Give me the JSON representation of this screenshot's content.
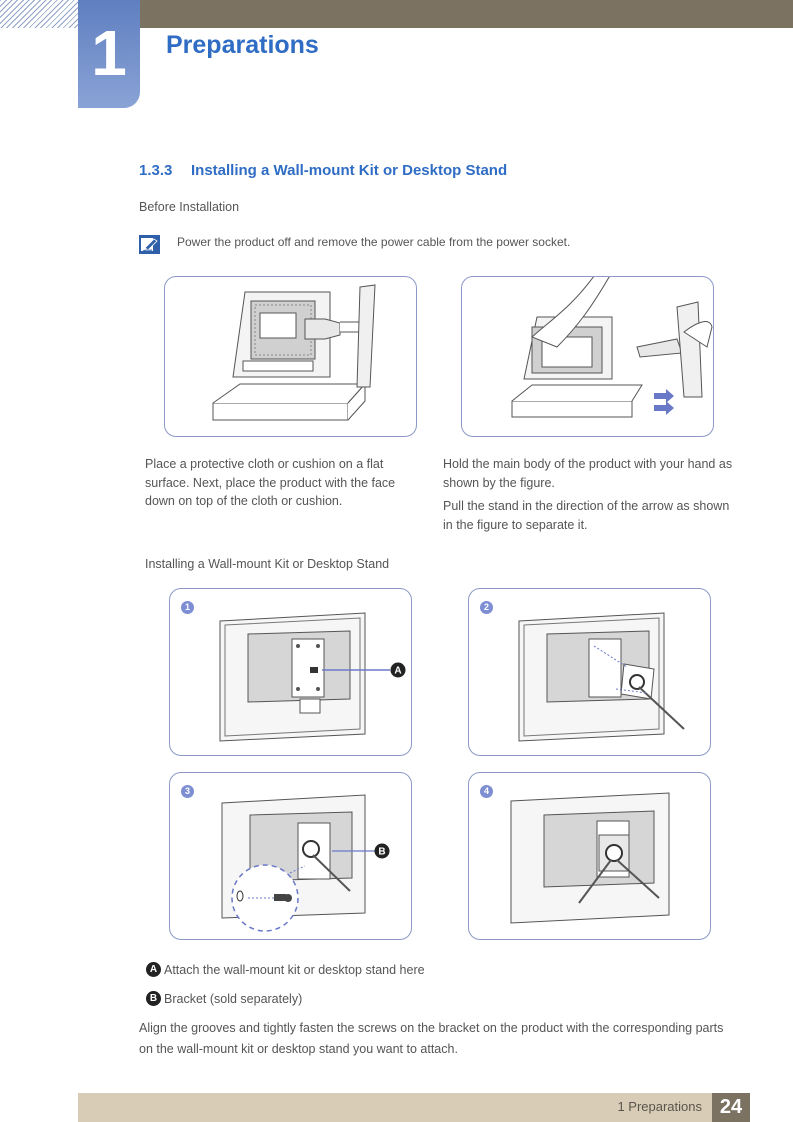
{
  "chapter": {
    "number": "1",
    "title": "Preparations"
  },
  "section": {
    "number": "1.3.3",
    "title": "Installing a Wall-mount Kit or Desktop Stand"
  },
  "before_label": "Before Installation",
  "note": "Power the product off and remove the power cable from the power socket.",
  "captions": {
    "left": "Place a protective cloth or cushion on a flat surface. Next, place the product with the face down on top of the cloth or cushion.",
    "right_1": "Hold the main body of the product with your hand as shown by the figure.",
    "right_2": "Pull the stand in the direction of the arrow as shown in the figure to separate it."
  },
  "install_heading": "Installing a Wall-mount Kit or Desktop Stand",
  "steps": [
    "1",
    "2",
    "3",
    "4"
  ],
  "callouts": {
    "a": "A",
    "b": "B"
  },
  "legend": [
    {
      "badge": "A",
      "text": "Attach the wall-mount kit or desktop stand here"
    },
    {
      "badge": "B",
      "text": "Bracket (sold separately)"
    }
  ],
  "final_text": "Align the grooves and tightly fasten the screws on the bracket on the product with the corresponding parts on the wall-mount kit or desktop stand you want to attach.",
  "footer": {
    "label": "1 Preparations",
    "page": "24"
  },
  "colors": {
    "accent": "#2f6cc4",
    "frame": "#8d99c9",
    "topbar": "#7b7262",
    "footer": "#d8ccb6",
    "step_badge": "#7d8ed3"
  },
  "icons": [
    "note-pencil-icon",
    "arrow-right-icon"
  ]
}
